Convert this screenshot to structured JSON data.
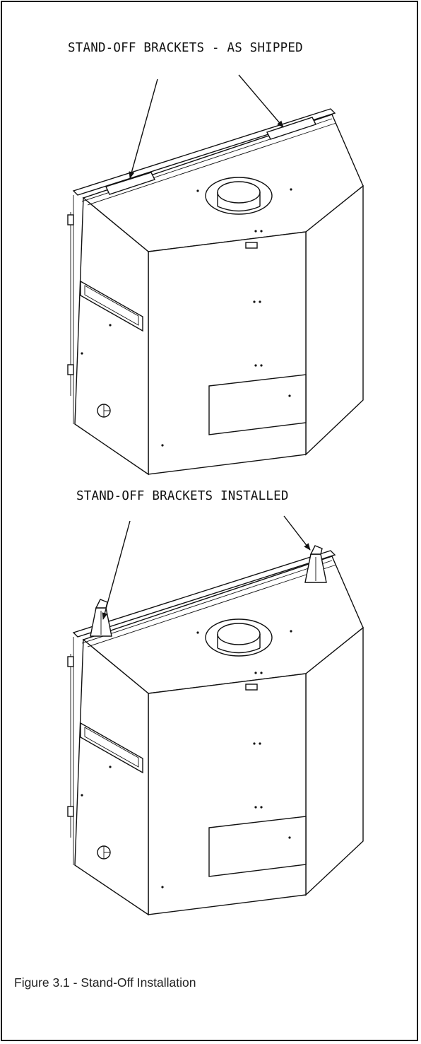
{
  "figure": {
    "top_callout": "STAND-OFF BRACKETS - AS SHIPPED",
    "bottom_callout": "STAND-OFF BRACKETS  INSTALLED",
    "caption": "Figure 3.1 - Stand-Off Installation"
  },
  "colors": {
    "line": "#111111",
    "background": "#ffffff"
  }
}
